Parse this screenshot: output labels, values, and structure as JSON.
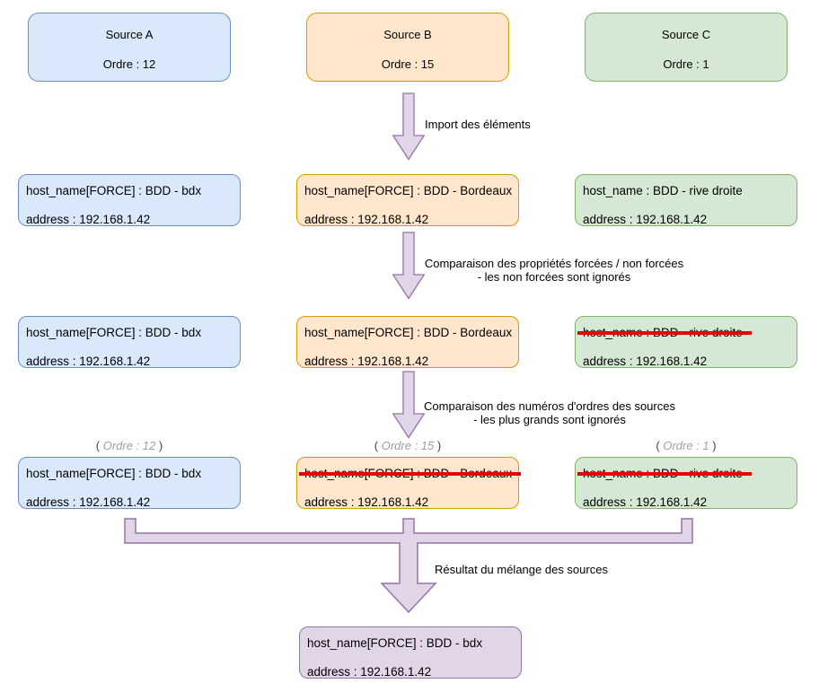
{
  "diagram_title": "Source merge flow",
  "colors": {
    "blue_fill": "#dae8fc",
    "blue_stroke": "#6c8ebf",
    "orange_fill": "#ffe6cc",
    "orange_stroke": "#d79b00",
    "green_fill": "#d5e8d4",
    "green_stroke": "#82b366",
    "purple_fill": "#e1d5e7",
    "purple_stroke": "#9673a6",
    "strike_red": "#e80000",
    "note_gray": "#9e9e9e"
  },
  "sources": [
    {
      "name": "Source A",
      "ordre": "Ordre : 12"
    },
    {
      "name": "Source B",
      "ordre": "Ordre : 15"
    },
    {
      "name": "Source C",
      "ordre": "Ordre : 1"
    }
  ],
  "arrow_labels": {
    "import": "Import des éléments",
    "forced_line1": "Comparaison des propriétés forcées / non forcées",
    "forced_line2": "- les non forcées sont ignorés",
    "order_line1": "Comparaison des numéros d'ordres des sources",
    "order_line2": "- les plus grands sont ignorés",
    "result": "Résultat du mélange des sources"
  },
  "row_imported": [
    {
      "host": "host_name[FORCE] : BDD - bdx",
      "address": "address : 192.168.1.42"
    },
    {
      "host": "host_name[FORCE] : BDD - Bordeaux",
      "address": "address : 192.168.1.42"
    },
    {
      "host": "host_name : BDD - rive droite",
      "address": "address : 192.168.1.42"
    }
  ],
  "row_after_force": [
    {
      "host": "host_name[FORCE] : BDD - bdx",
      "address": "address : 192.168.1.42"
    },
    {
      "host": "host_name[FORCE] : BDD - Bordeaux",
      "address": "address : 192.168.1.42"
    },
    {
      "host": "host_name : BDD - rive droite",
      "address": "address : 192.168.1.42"
    }
  ],
  "row_after_order": [
    {
      "note_open": "( ",
      "note": "Ordre : 12",
      "note_close": " )",
      "host": "host_name[FORCE] : BDD - bdx",
      "address": "address : 192.168.1.42"
    },
    {
      "note_open": "( ",
      "note": "Ordre : 15",
      "note_close": " )",
      "host": "host_name[FORCE] : BDD - Bordeaux",
      "address": "address : 192.168.1.42"
    },
    {
      "note_open": "( ",
      "note": "Ordre : 1",
      "note_close": " )",
      "host": "host_name : BDD - rive droite",
      "address": "address : 192.168.1.42"
    }
  ],
  "result_box": {
    "host": "host_name[FORCE] : BDD - bdx",
    "address": "address : 192.168.1.42"
  }
}
